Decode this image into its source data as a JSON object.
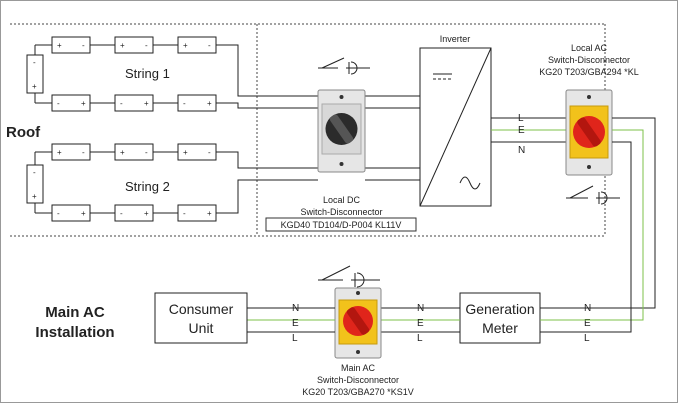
{
  "roof_label": "Roof",
  "main_ac_installation": [
    "Main AC",
    "Installation"
  ],
  "string1_label": "String 1",
  "string2_label": "String 2",
  "pv_terminals": {
    "plus": "+",
    "minus": "-"
  },
  "inverter_label": "Inverter",
  "local_ac": {
    "lines": [
      "Local AC",
      "Switch-Disconnector",
      "KG20 T203/GBA294 *KL"
    ]
  },
  "local_dc": {
    "lines": [
      "Local DC",
      "Switch-Disconnector",
      "KGD40 TD104/D-P004 KL11V"
    ]
  },
  "main_ac": {
    "lines": [
      "Main AC",
      "Switch-Disconnector",
      "KG20 T203/GBA270 *KS1V"
    ]
  },
  "consumer_unit": [
    "Consumer",
    "Unit"
  ],
  "generation_meter": [
    "Generation",
    "Meter"
  ],
  "conductors": {
    "n": "N",
    "e": "E",
    "l": "L"
  },
  "colors": {
    "earth_wire": "#7cc24a",
    "switch_handle": "#e0251b",
    "switch_base": "#f2c21b",
    "dc_handle": "#333333"
  }
}
